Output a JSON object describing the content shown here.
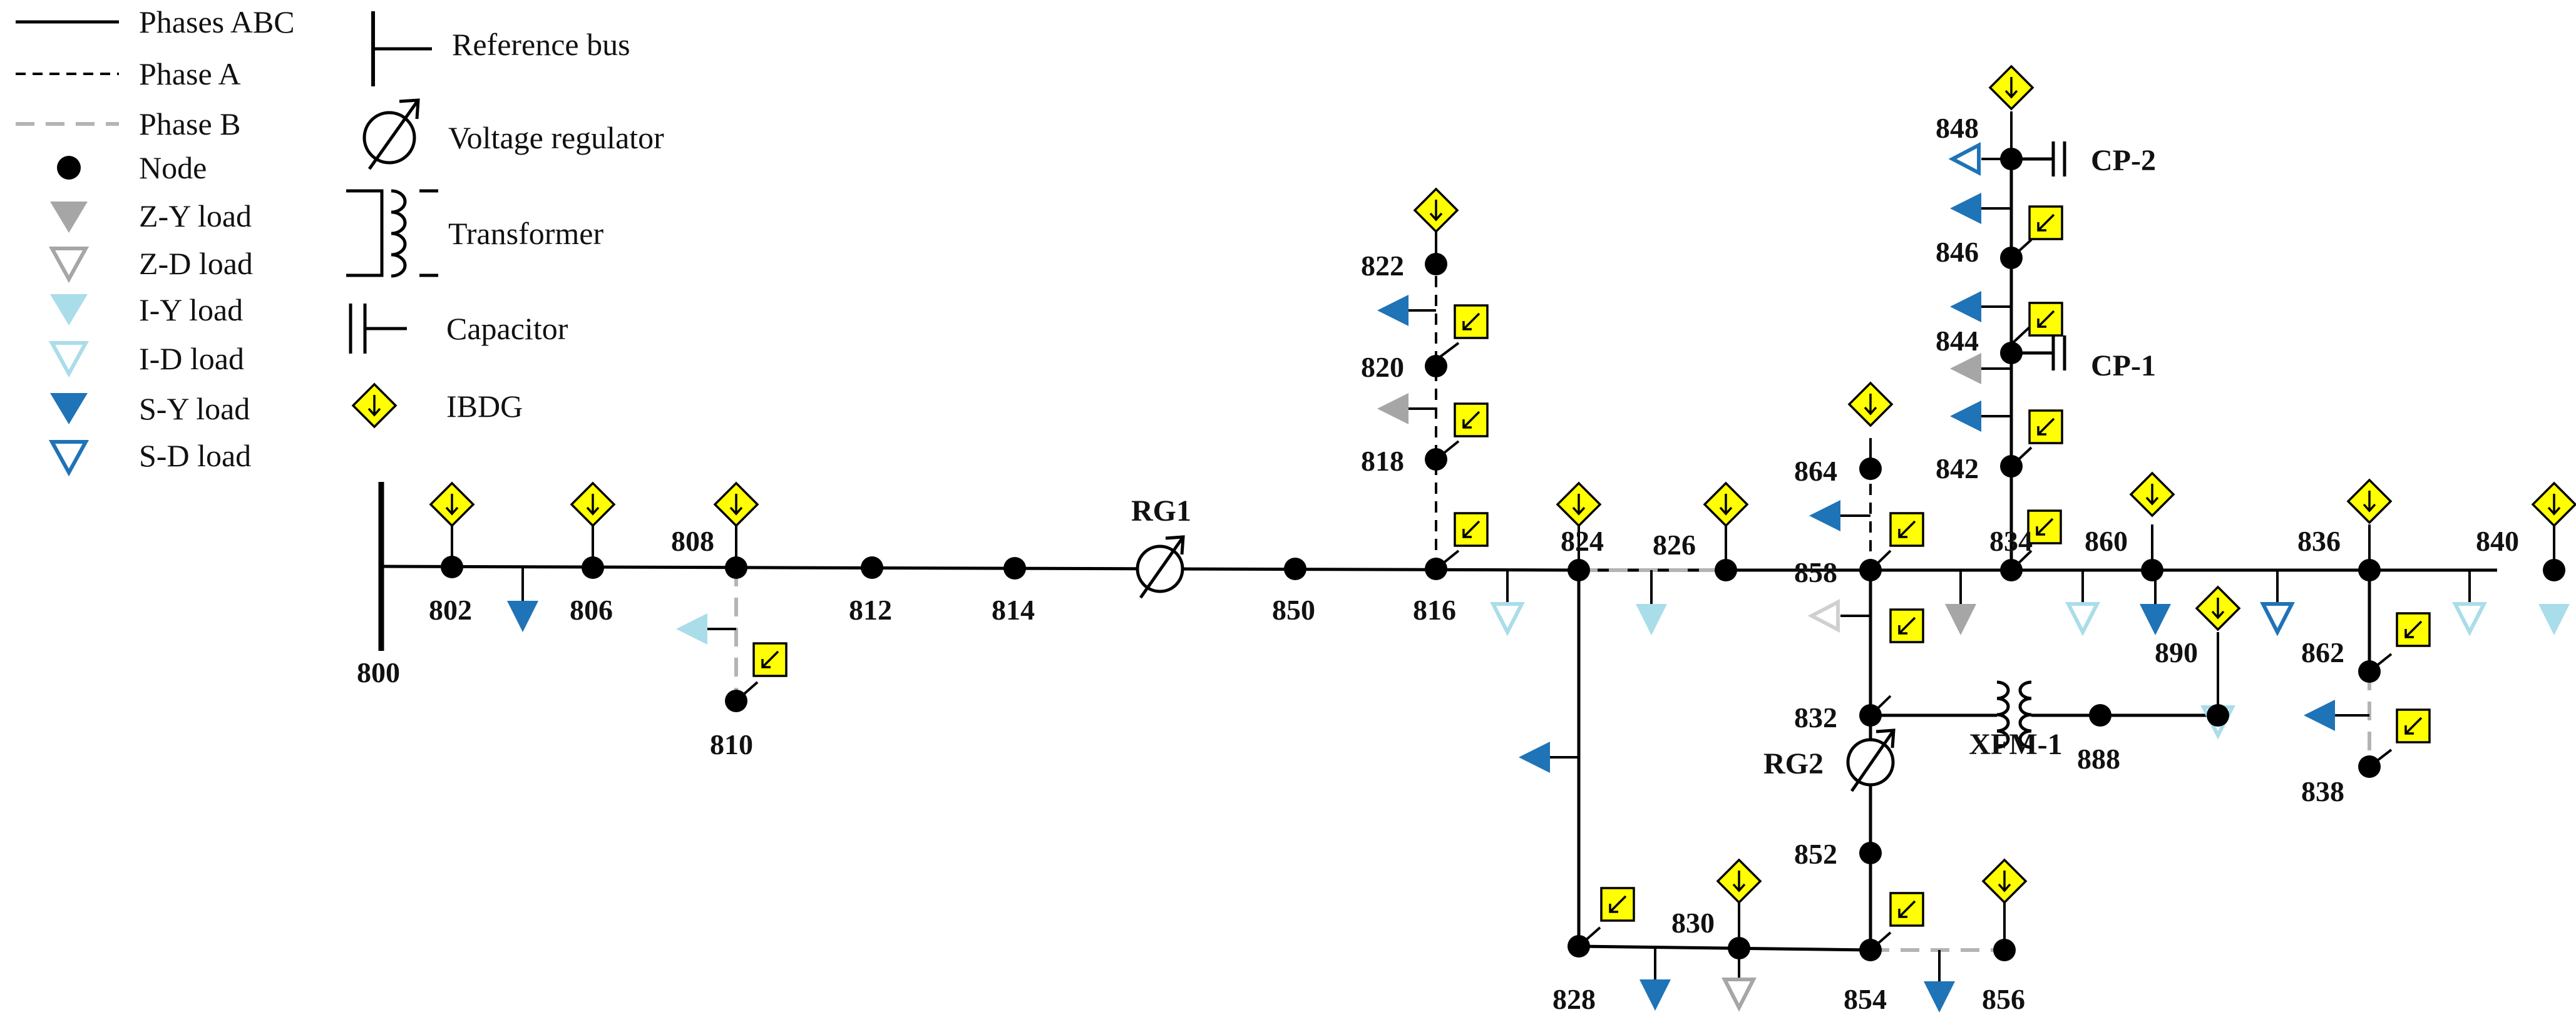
{
  "colors": {
    "line": "#000000",
    "phase_b_line": "#b4b4b4",
    "zy_load": "#a6a6a6",
    "iy_load": "#a9dde9",
    "sy_load": "#1f73b7",
    "ibdg_fill": "#ffff00"
  },
  "legend": {
    "phases_abc": "Phases ABC",
    "phase_a": "Phase A",
    "phase_b": "Phase B",
    "node": "Node",
    "zy_load": "Z-Y load",
    "zd_load": "Z-D load",
    "iy_load": "I-Y load",
    "id_load": "I-D load",
    "sy_load": "S-Y load",
    "sd_load": "S-D load",
    "reference_bus": "Reference bus",
    "voltage_regulator": "Voltage regulator",
    "transformer": "Transformer",
    "capacitor": "Capacitor",
    "ibdg": "IBDG"
  },
  "buses": [
    "800",
    "802",
    "806",
    "808",
    "810",
    "812",
    "814",
    "850",
    "816",
    "818",
    "820",
    "822",
    "824",
    "826",
    "828",
    "830",
    "854",
    "856",
    "852",
    "832",
    "858",
    "864",
    "834",
    "842",
    "844",
    "846",
    "848",
    "860",
    "836",
    "840",
    "862",
    "838",
    "888",
    "890"
  ],
  "devices": {
    "rg1": "RG1",
    "rg2": "RG2",
    "xfm1": "XFM-1",
    "cp1": "CP-1",
    "cp2": "CP-2"
  },
  "icons": [
    "node-icon",
    "load-triangle-icon",
    "ibdg-diamond-icon",
    "ibdg-square-icon",
    "voltage-regulator-icon",
    "transformer-icon",
    "capacitor-icon",
    "reference-bus-icon"
  ]
}
